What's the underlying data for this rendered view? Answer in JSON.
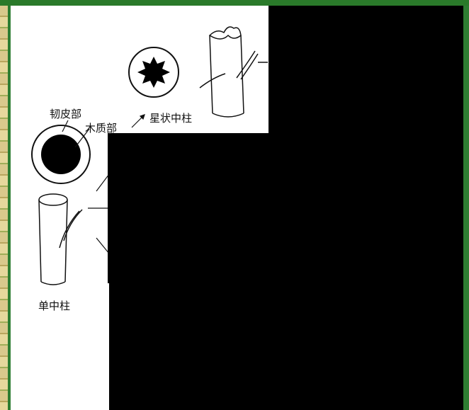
{
  "labels": {
    "phloem": "韧皮部",
    "xylem": "木质部",
    "actinostele": "星状中柱",
    "haplostele": "单中柱"
  }
}
